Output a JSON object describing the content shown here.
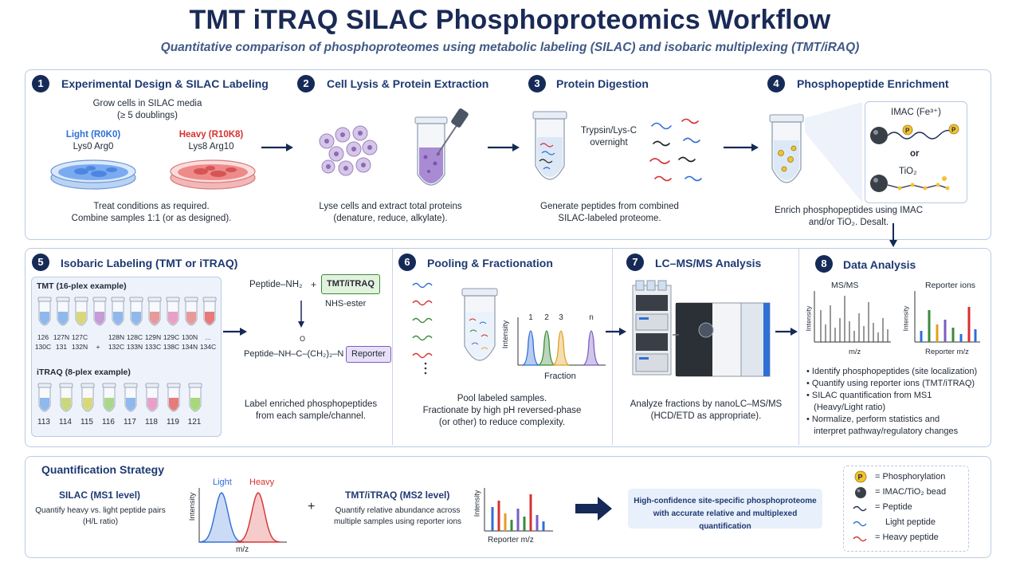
{
  "header": {
    "title": "TMT iTRAQ SILAC Phosphoproteomics Workflow",
    "subtitle": "Quantitative comparison of phosphoproteomes using metabolic labeling (SILAC) and isobaric multiplexing (TMT/iRAQ)"
  },
  "step1": {
    "number": "1",
    "title": "Experimental Design & SILAC Labeling",
    "grow_line1": "Grow cells in SILAC media",
    "grow_line2": "(≥ 5 doublings)",
    "light_label": "Light (R0K0)",
    "light_sub": "Lys0 Arg0",
    "heavy_label": "Heavy (R10K8)",
    "heavy_sub": "Lys8 Arg10",
    "desc_line1": "Treat conditions as required.",
    "desc_line2": "Combine samples 1:1 (or as designed)."
  },
  "step2": {
    "number": "2",
    "title": "Cell Lysis & Protein Extraction",
    "desc_line1": "Lyse cells and extract total proteins",
    "desc_line2": "(denature, reduce, alkylate)."
  },
  "step3": {
    "number": "3",
    "title": "Protein Digestion",
    "enzyme_line1": "Trypsin/Lys-C",
    "enzyme_line2": "overnight",
    "desc_line1": "Generate peptides from combined",
    "desc_line2": "SILAC-labeled proteome."
  },
  "step4": {
    "number": "4",
    "title": "Phosphopeptide Enrichment",
    "imac": "IMAC (Fe³⁺)",
    "or": "or",
    "tio2": "TiO₂",
    "desc_line1": "Enrich phosphopeptides using IMAC",
    "desc_line2": "and/or TiO₂. Desalt."
  },
  "step5": {
    "number": "5",
    "title": "Isobaric Labeling (TMT or iTRAQ)",
    "tmt_header": "TMT (16-plex example)",
    "tmt_row1": [
      "126",
      "127N",
      "127C",
      "",
      "128N",
      "128C",
      "129N",
      "129C",
      "130N",
      "..."
    ],
    "tmt_row2": [
      "130C",
      "131",
      "132N",
      "+",
      "132C",
      "133N",
      "133C",
      "138C",
      "134N",
      "134C"
    ],
    "itraq_header": "iTRAQ (8-plex example)",
    "itraq_labels": [
      "113",
      "114",
      "115",
      "116",
      "117",
      "118",
      "119",
      "121"
    ],
    "reaction_peptide": "Peptide–NH₂",
    "reaction_plus": "+",
    "reagent": "TMT/iTRAQ",
    "nhs": "NHS-ester",
    "product_left": "Peptide–NH–C–(CH₂)₂–N",
    "product_o": "O",
    "reporter": "Reporter",
    "desc_line1": "Label enriched phosphopeptides",
    "desc_line2": "from each sample/channel."
  },
  "step6": {
    "number": "6",
    "title": "Pooling & Fractionation",
    "frac_labels": [
      "1",
      "2",
      "3",
      "n"
    ],
    "ylabel": "Intensity",
    "xlabel": "Fraction",
    "desc_line1": "Pool labeled samples.",
    "desc_line2": "Fractionate by high pH reversed-phase",
    "desc_line3": "(or other) to reduce complexity."
  },
  "step7": {
    "number": "7",
    "title": "LC–MS/MS Analysis",
    "desc_line1": "Analyze fractions by nanoLC–MS/MS",
    "desc_line2": "(HCD/ETD as appropriate)."
  },
  "step8": {
    "number": "8",
    "title": "Data Analysis",
    "ms_title": "MS/MS",
    "ms_ylabel": "Intensity",
    "ms_xlabel": "m/z",
    "rep_title": "Reporter ions",
    "rep_ylabel": "Intensity",
    "rep_xlabel": "Reporter m/z",
    "bullets": [
      "• Identify phosphopeptides (site localization)",
      "• Quantify using reporter ions (TMT/iTRAQ)",
      "• SILAC quantification from MS1",
      "   (Heavy/Light ratio)",
      "• Normalize, perform statistics and",
      "   interpret pathway/regulatory changes"
    ]
  },
  "quant": {
    "title": "Quantification Strategy",
    "silac_title": "SILAC (MS1 level)",
    "silac_line1": "Quantify heavy vs. light peptide pairs",
    "silac_line2": "(H/L ratio)",
    "light": "Light",
    "heavy": "Heavy",
    "ylabel": "Intensity",
    "xlabel": "m/z",
    "plus": "+",
    "tmt_title": "TMT/iTRAQ (MS2 level)",
    "tmt_line1": "Quantify relative abundance across",
    "tmt_line2": "multiple samples using reporter ions",
    "rep_ylabel": "Intensity",
    "rep_xlabel": "Reporter m/z",
    "result_line1": "High-confidence site-specific phosphoproteome",
    "result_line2": "with accurate relative and multiplexed quantification"
  },
  "legend": {
    "p_glyph": "P",
    "items": [
      "= Phosphorylation",
      "= IMAC/TiO₂ bead",
      "= Peptide",
      "Light peptide",
      "= Heavy peptide"
    ]
  },
  "colors": {
    "navy": "#152a57",
    "light_blue": "#2f6fd6",
    "heavy_red": "#d63131",
    "phospho_yellow": "#f2c230"
  }
}
